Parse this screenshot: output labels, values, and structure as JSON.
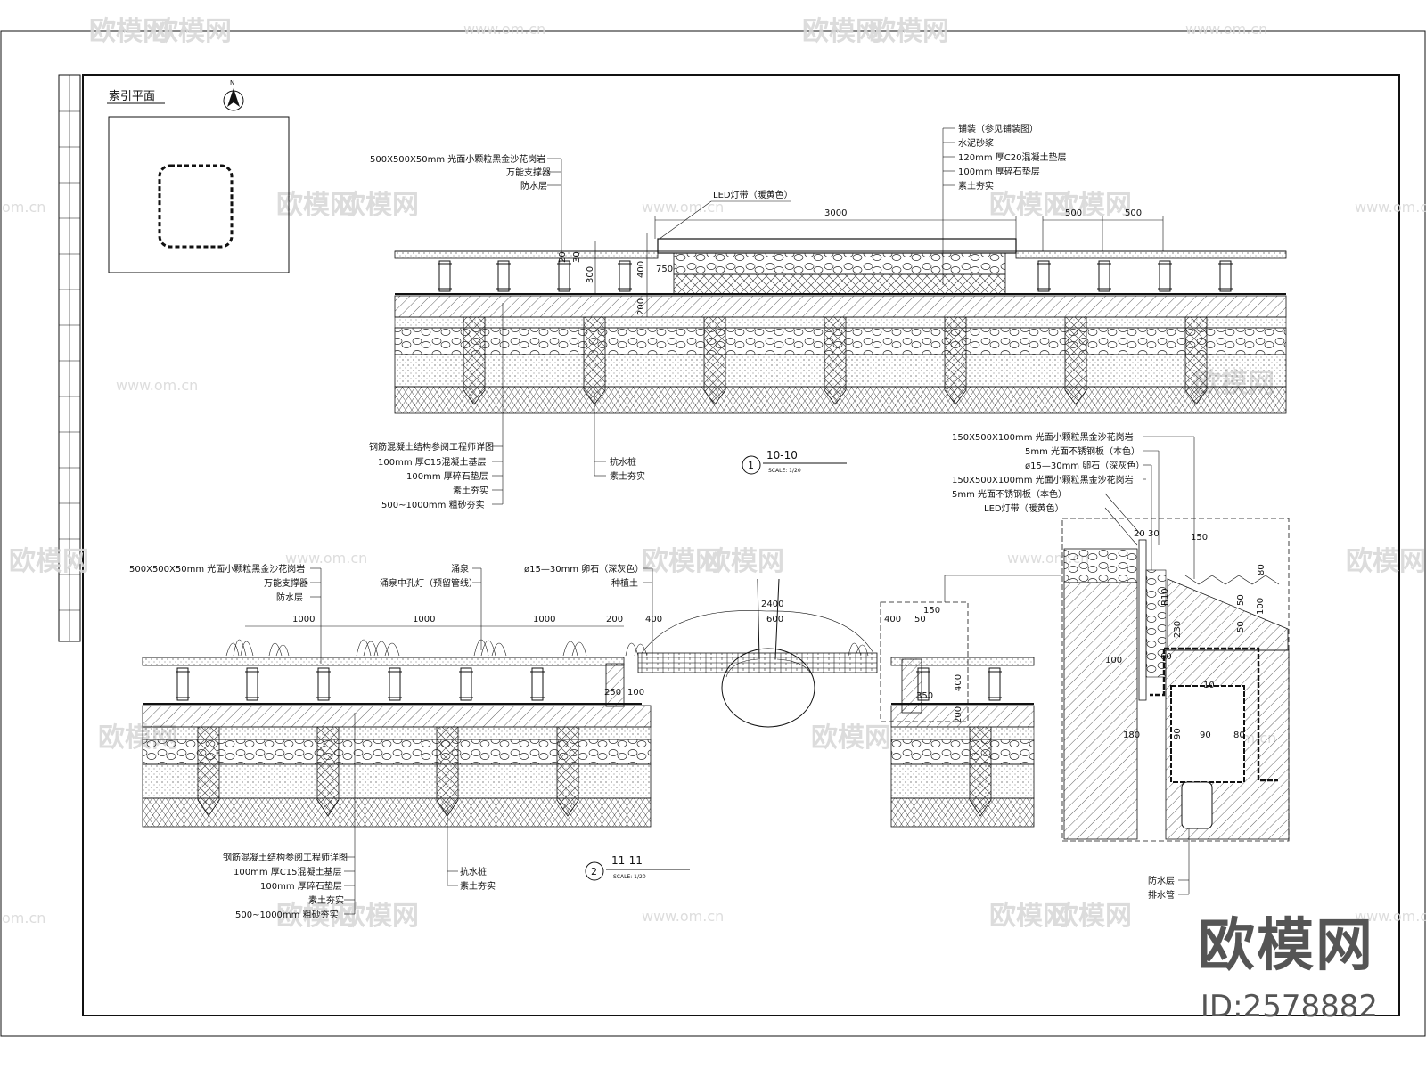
{
  "watermark": {
    "brand": "欧模网",
    "url": "www.om.cn",
    "url_short": "om.cn"
  },
  "corner_brand": {
    "name": "欧模网",
    "id": "ID:2578882"
  },
  "index_plan": {
    "title": "索引平面",
    "north": "N"
  },
  "section_10": {
    "number": "1",
    "title": "10-10",
    "scale": "SCALE: 1/20",
    "led_label": "LED灯带（暖黄色）",
    "left_callouts": [
      "500X500X50mm 光面小颗粒黑金沙花岗岩",
      "万能支撑器",
      "防水层"
    ],
    "right_callouts": [
      "铺装（参见铺装图）",
      "水泥砂浆",
      "120mm 厚C20混凝土垫层",
      "100mm 厚碎石垫层",
      "素土夯实"
    ],
    "bottom_left_callouts": [
      "钢筋混凝土结构参阅工程师详图",
      "100mm 厚C15混凝土基层",
      "100mm 厚碎石垫层",
      "素土夯实",
      "500~1000mm 粗砂夯实"
    ],
    "bottom_mid_callouts": [
      "抗水桩",
      "素土夯实"
    ],
    "dims": {
      "span": "3000",
      "d500a": "500",
      "d500b": "500",
      "h300": "300",
      "h400": "400",
      "h200": "200",
      "h750": "750",
      "h20": "20",
      "h30": "30"
    }
  },
  "section_11": {
    "number": "2",
    "title": "11-11",
    "scale": "SCALE: 1/20",
    "left_callouts": [
      "500X500X50mm 光面小颗粒黑金沙花岗岩",
      "万能支撑器",
      "防水层"
    ],
    "mid_callouts": [
      "涌泉",
      "涌泉中孔灯（预留管线）"
    ],
    "right_callouts": [
      "ø15—30mm 卵石（深灰色）",
      "种植土"
    ],
    "bottom_left_callouts": [
      "钢筋混凝土结构参阅工程师详图",
      "100mm 厚C15混凝土基层",
      "100mm 厚碎石垫层",
      "素土夯实",
      "500~1000mm 粗砂夯实"
    ],
    "bottom_mid_callouts": [
      "抗水桩",
      "素土夯实"
    ],
    "dims": {
      "d1000a": "1000",
      "d1000b": "1000",
      "d1000c": "1000",
      "d200": "200",
      "d400a": "400",
      "d600": "600",
      "d400b": "400",
      "d50": "50",
      "d2400": "2400",
      "d150": "150",
      "d250": "250",
      "d100": "100",
      "d350": "350",
      "d400v": "400",
      "d200v": "200"
    }
  },
  "detail": {
    "callouts": [
      "150X500X100mm 光面小颗粒黑金沙花岗岩",
      "5mm 光面不锈钢板（本色）",
      "ø15—30mm 卵石（深灰色）",
      "150X500X100mm 光面小颗粒黑金沙花岗岩",
      "5mm 光面不锈钢板（本色）",
      "LED灯带（暖黄色）"
    ],
    "bottom_callouts": [
      "防水层",
      "排水管"
    ],
    "dims": {
      "d20": "20",
      "d30": "30",
      "d150": "150",
      "r10": "R10",
      "d80": "80",
      "d50a": "50",
      "d50b": "50",
      "d100a": "100",
      "d100b": "100",
      "d180": "180",
      "d90a": "90",
      "d90b": "90",
      "d80b": "80",
      "d230": "230",
      "d60": "60",
      "d10": "10"
    }
  }
}
